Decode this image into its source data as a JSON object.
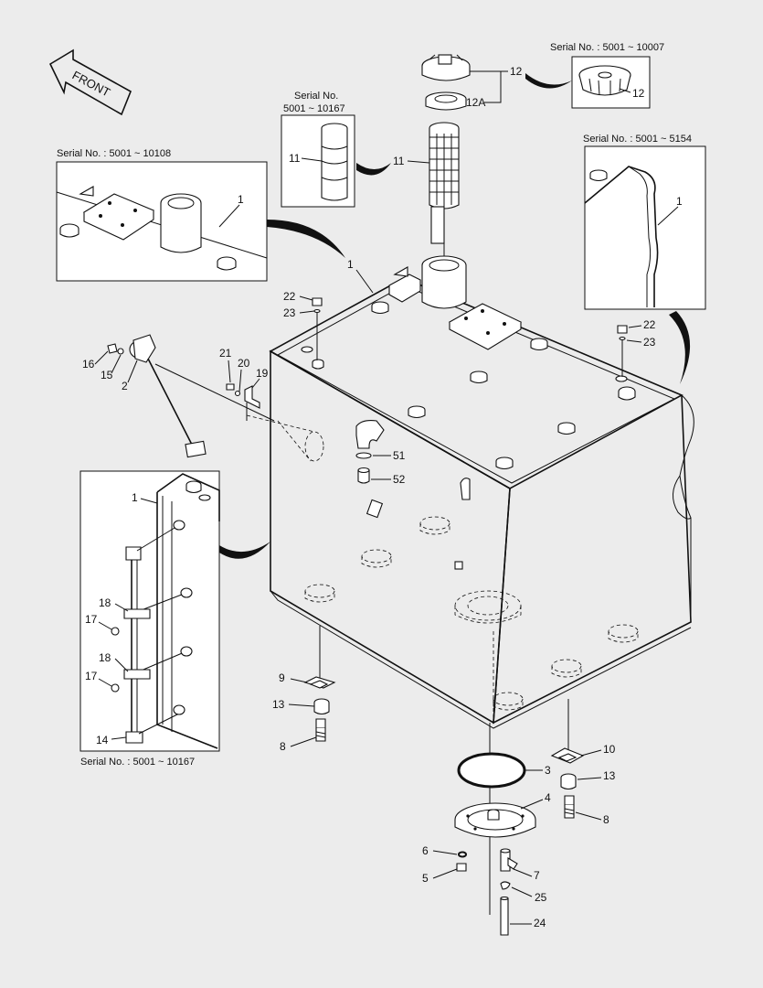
{
  "front_label": "FRONT",
  "serial_notes": {
    "top_right": "Serial No. : 5001 ~ 10007",
    "cap_line1": "Serial No.",
    "cap_line2": "5001 ~ 10167",
    "left_top": "Serial No. : 5001 ~ 10108",
    "right_mid": "Serial No. : 5001 ~ 5154",
    "left_bottom": "Serial No. : 5001 ~ 10167"
  },
  "callouts": {
    "c12": "12",
    "c12_inset": "12",
    "c12A": "12A",
    "c11_inset": "11",
    "c11": "11",
    "c1_inset_left": "1",
    "c1_main": "1",
    "c1_inset_right": "1",
    "c1_inset_lower": "1",
    "c22_left": "22",
    "c23_left": "23",
    "c22_right": "22",
    "c23_right": "23",
    "c16": "16",
    "c15": "15",
    "c2": "2",
    "c21": "21",
    "c20": "20",
    "c19": "19",
    "c51": "51",
    "c52": "52",
    "c18_a": "18",
    "c17_a": "17",
    "c18_b": "18",
    "c17_b": "17",
    "c14": "14",
    "c9": "9",
    "c13_left": "13",
    "c8_left": "8",
    "c10": "10",
    "c13_right": "13",
    "c8_right": "8",
    "c3": "3",
    "c4": "4",
    "c6": "6",
    "c7": "7",
    "c5": "5",
    "c25": "25",
    "c24": "24"
  }
}
